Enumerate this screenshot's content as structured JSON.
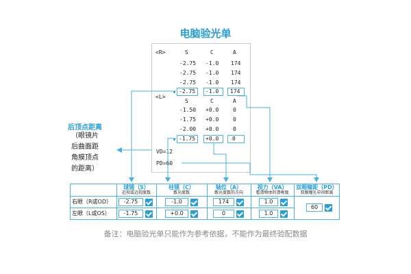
{
  "title": "电脑验光单",
  "slip": {
    "right_label": "<R>",
    "left_label": "<L>",
    "right_header": [
      "S",
      "C",
      "A"
    ],
    "right_rows": [
      [
        "-2.75",
        "-1.0",
        "174"
      ],
      [
        "-2.75",
        "-1.0",
        "174"
      ],
      [
        "-2.75",
        "-1.0",
        "174"
      ],
      [
        "-2.75",
        "-1.0",
        "174"
      ]
    ],
    "left_header": [
      "S",
      "C",
      "A"
    ],
    "left_rows": [
      [
        "-1.50",
        "+0.0",
        "0"
      ],
      [
        "-1.75",
        "+0.0",
        "0"
      ],
      [
        "-2.00",
        "+0.0",
        "0"
      ],
      [
        "-1.75",
        "+0.0",
        "0"
      ]
    ],
    "vd": "VD=12",
    "pd": "PD=60"
  },
  "vertex": {
    "title": "后顶点距离",
    "desc_lines": [
      "（眼镜片",
      "后曲面距",
      "角膜顶点",
      "的距离）"
    ]
  },
  "table": {
    "columns": [
      {
        "title": "球镜（S）",
        "sub": "近视或远视度数"
      },
      {
        "title": "柱镜（C）",
        "sub": "散光度数"
      },
      {
        "title": "轴位（A）",
        "sub": "散光度数的方向"
      },
      {
        "title": "视力（VA）",
        "sub": "看清物体的清晰度"
      },
      {
        "title": "双眼瞳距（PD）",
        "sub": "双眼瞳孔中间距离"
      }
    ],
    "rows": [
      {
        "label": "右眼（R或OD）",
        "values": [
          "-2.75",
          "-1.0",
          "174",
          "1.0"
        ]
      },
      {
        "label": "左眼（L或OS）",
        "values": [
          "-1.75",
          "+0.0",
          "0",
          "1.0"
        ]
      }
    ],
    "pd_value": "60"
  },
  "note": "备注：电脑验光单只能作为参考依据，不能作为最终验配数据",
  "colors": {
    "accent": "#2a9fd6",
    "border": "#4ab0de"
  }
}
